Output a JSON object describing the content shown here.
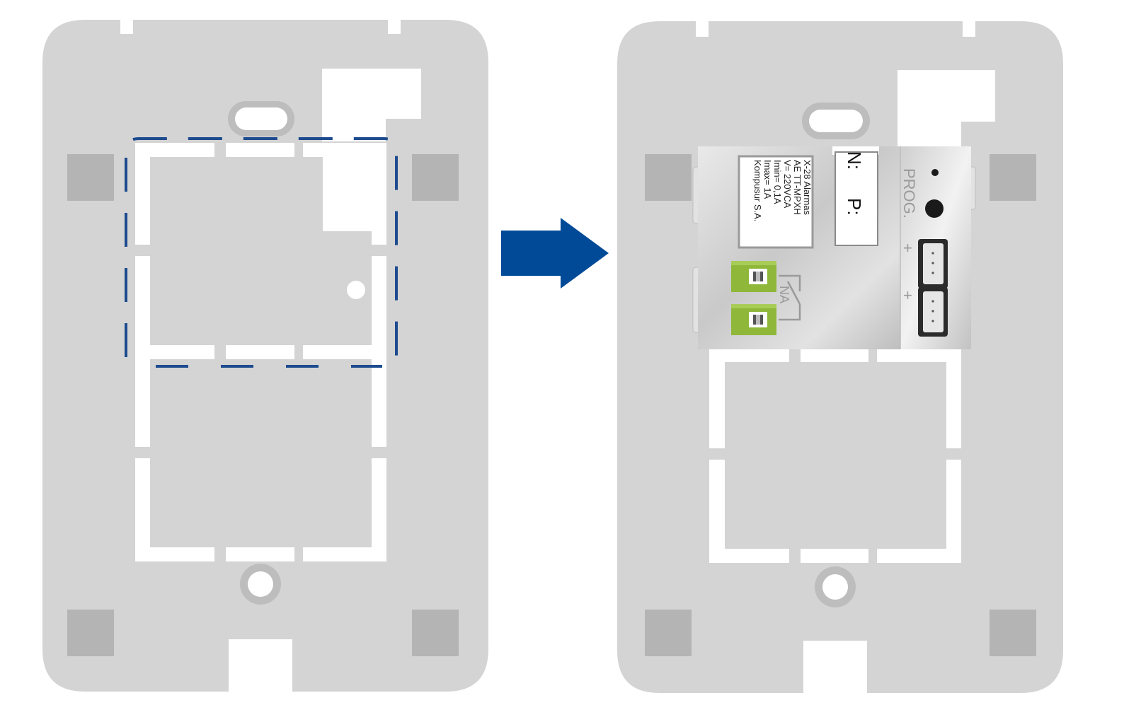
{
  "colors": {
    "plate": "#d4d4d4",
    "plate_dark": "#b4b4b4",
    "arrow": "#004a98",
    "dashed_outline": "#1d4b8f",
    "terminal_green": "#8fb83a",
    "module_silver": "#d6d6d6"
  },
  "arrow": {
    "direction": "right",
    "icon": "arrow-right-icon"
  },
  "module": {
    "label_lines": [
      "X-28 Alarmas",
      "AE TT-MPXH",
      "V= 220VCA",
      "Imin= 0,1A",
      "Imax= 1A",
      "Kompusur S.A."
    ],
    "serial_label_n": "N:",
    "serial_label_p": "P:",
    "prog_label": "PROG.",
    "relay_label": "NA",
    "plus_top": "+",
    "plus_bottom": "+"
  }
}
